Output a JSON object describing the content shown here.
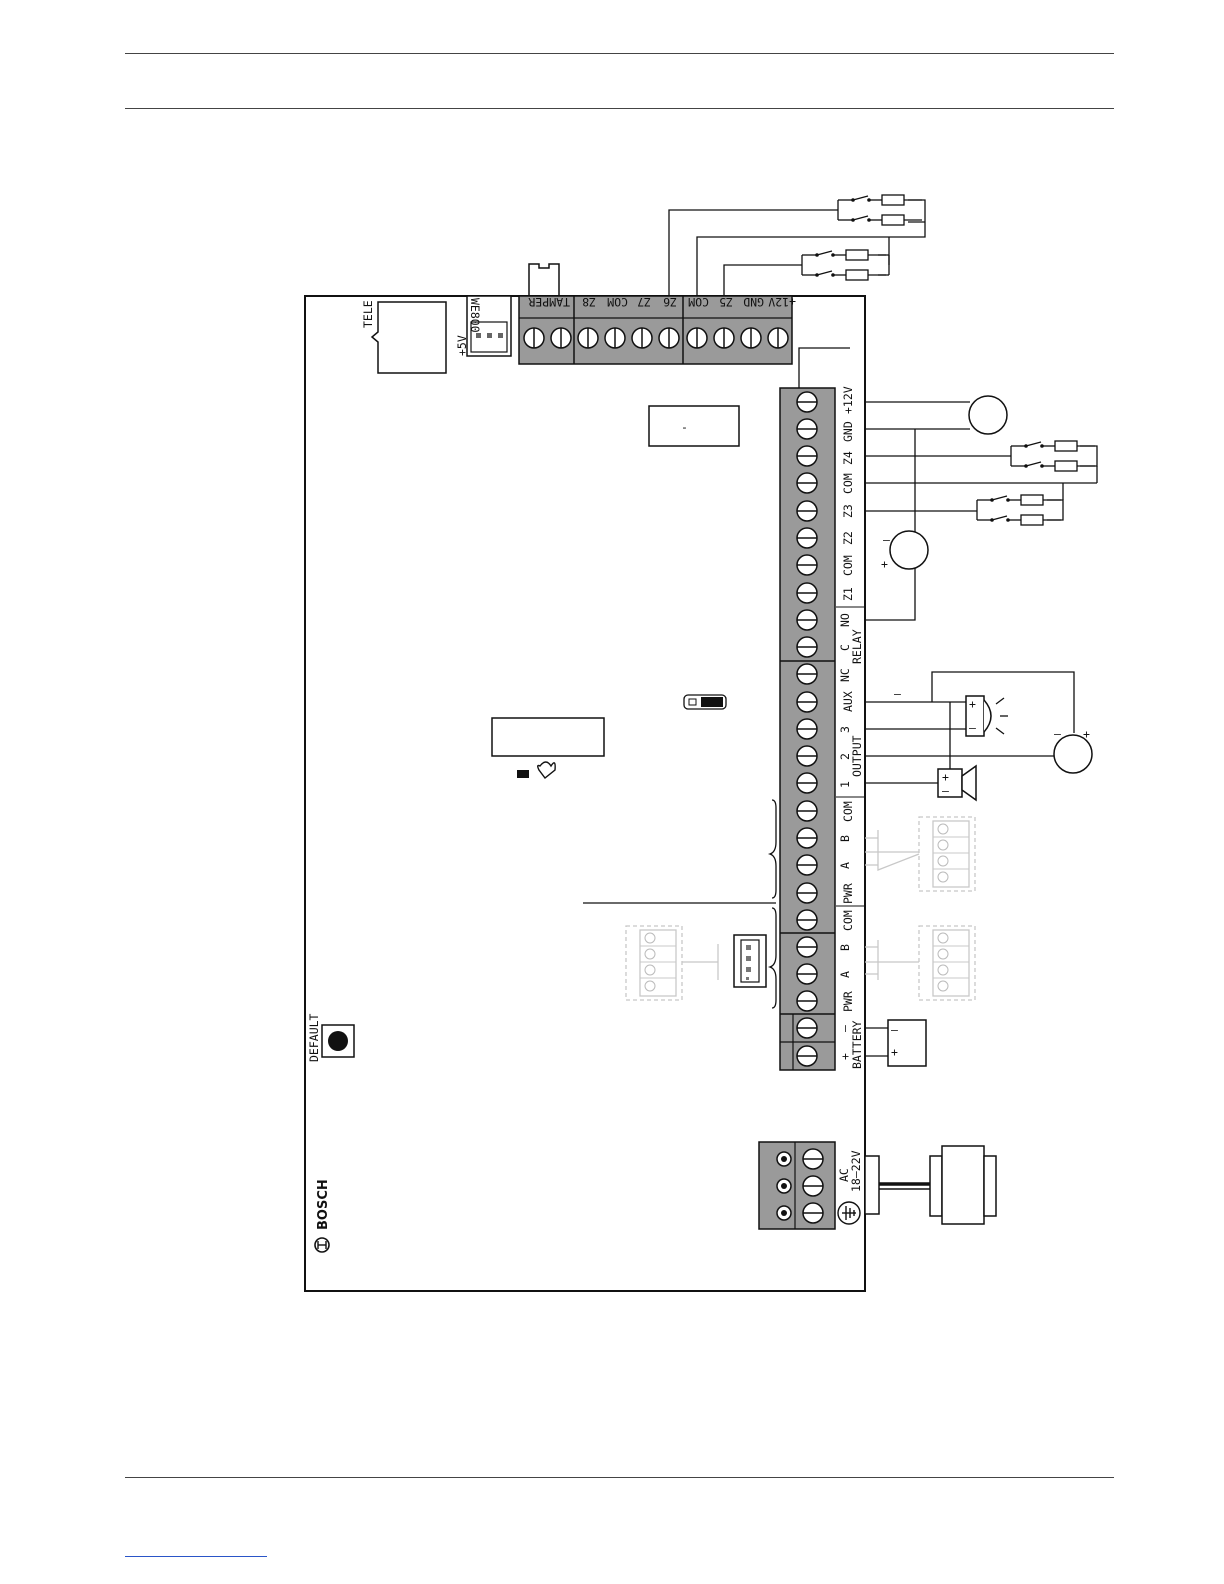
{
  "page": {
    "footer_link": ""
  },
  "colors": {
    "terminal_block": "#9a9a9a",
    "line": "#111111",
    "faded_device": "#c8c8c8"
  },
  "board": {
    "brand": "BOSCH",
    "labels": {
      "tele": "TELE",
      "plus5v": "+5V",
      "web800": "WE800",
      "default": "DEFAULT",
      "minus_mark": "-"
    }
  },
  "top_terminals": {
    "labels": [
      "TAMPER",
      "Z8",
      "COM",
      "Z7",
      "Z6",
      "COM",
      "Z5",
      "GND",
      "+12V"
    ]
  },
  "right_terminals": {
    "labels": [
      "+12V",
      "GND",
      "Z4",
      "COM",
      "Z3",
      "Z2",
      "COM",
      "Z1",
      "NO",
      "C",
      "NC",
      "AUX",
      "3",
      "2",
      "1",
      "COM",
      "B",
      "A",
      "PWR",
      "COM",
      "B",
      "A",
      "PWR",
      "–",
      "+"
    ],
    "group_labels": {
      "relay": "RELAY",
      "output": "OUTPUT",
      "battery": "BATTERY"
    }
  },
  "ac_terminal": {
    "label_ac": "AC",
    "label_voltage": "18–22V"
  },
  "wiring": {
    "polarity_plus": "+",
    "polarity_minus": "–"
  }
}
